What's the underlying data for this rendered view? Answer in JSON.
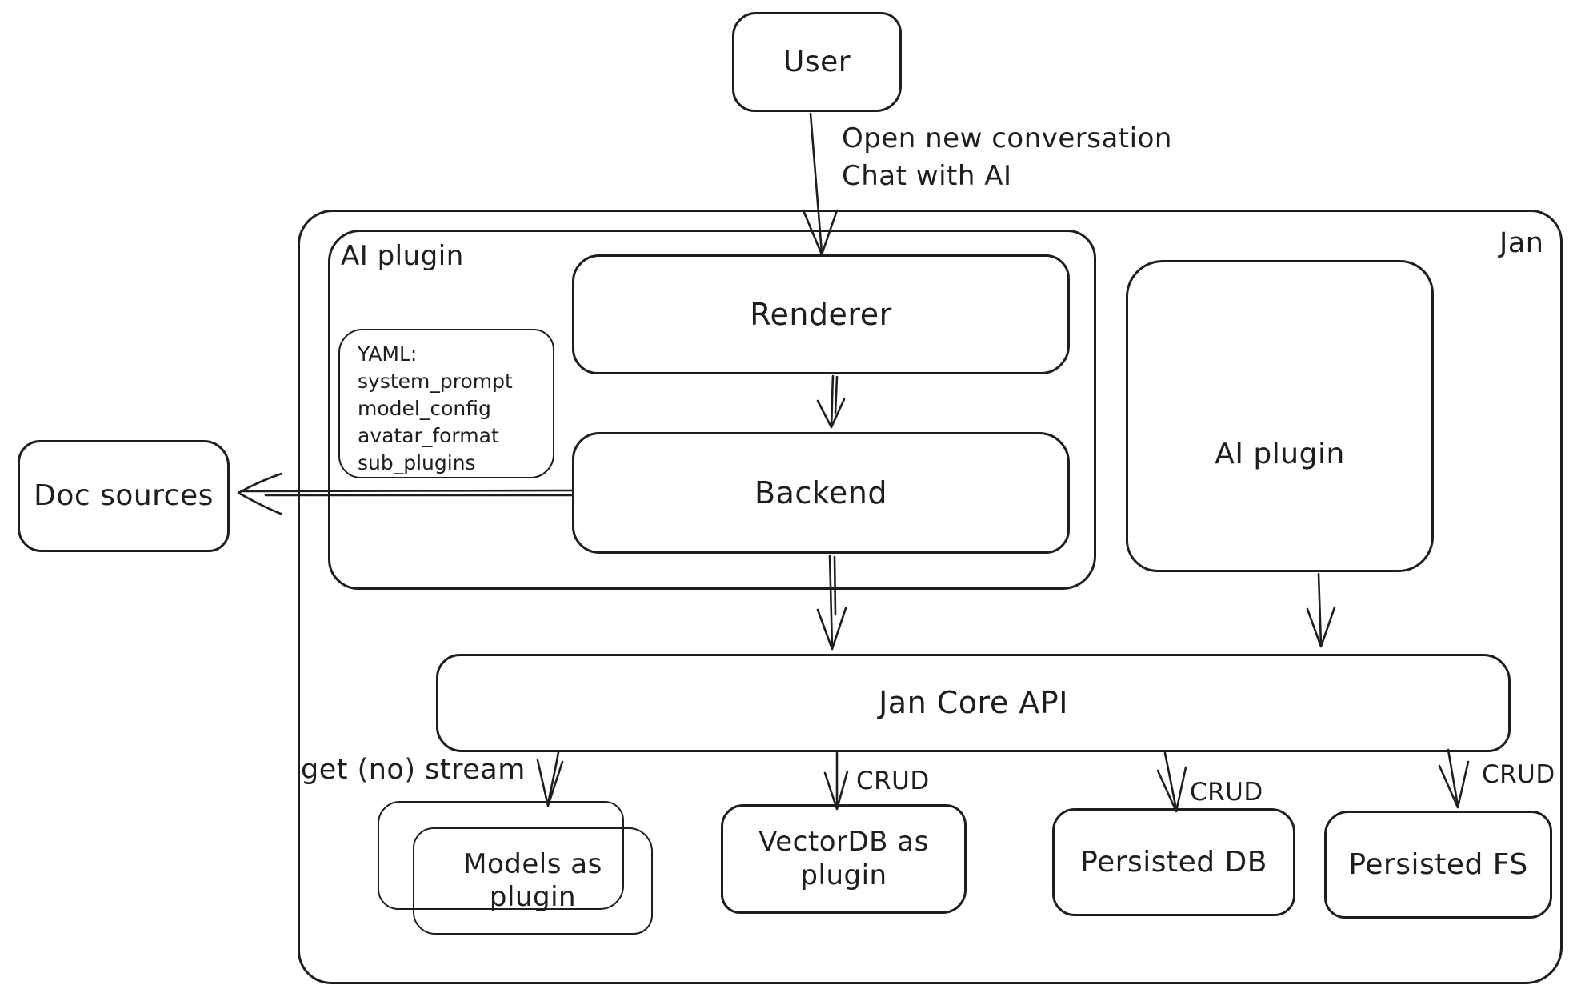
{
  "diagram_title": "Jan",
  "colors": {
    "stroke": "#1e1e1e",
    "background": "#ffffff"
  },
  "nodes": {
    "user": {
      "label": "User"
    },
    "ai_plugin_group": {
      "label": "AI plugin"
    },
    "renderer": {
      "label": "Renderer"
    },
    "backend": {
      "label": "Backend"
    },
    "yaml_note": {
      "lines": [
        "YAML:",
        "system_prompt",
        "model_config",
        "avatar_format",
        "sub_plugins"
      ]
    },
    "ai_plugin": {
      "label": "AI plugin"
    },
    "doc_sources": {
      "label": "Doc sources"
    },
    "jan_core_api": {
      "label": "Jan Core API"
    },
    "models_as_plugin": {
      "label": "Models as plugin"
    },
    "vectordb_as_plugin": {
      "label": "VectorDB as plugin"
    },
    "persisted_db": {
      "label": "Persisted DB"
    },
    "persisted_fs": {
      "label": "Persisted FS"
    }
  },
  "edge_labels": {
    "user_to_renderer": {
      "line1": "Open new conversation",
      "line2": "Chat with AI"
    },
    "core_to_models": "get (no) stream",
    "core_to_vectordb": "CRUD",
    "core_to_persisted_db": "CRUD",
    "core_to_persisted_fs": "CRUD"
  }
}
